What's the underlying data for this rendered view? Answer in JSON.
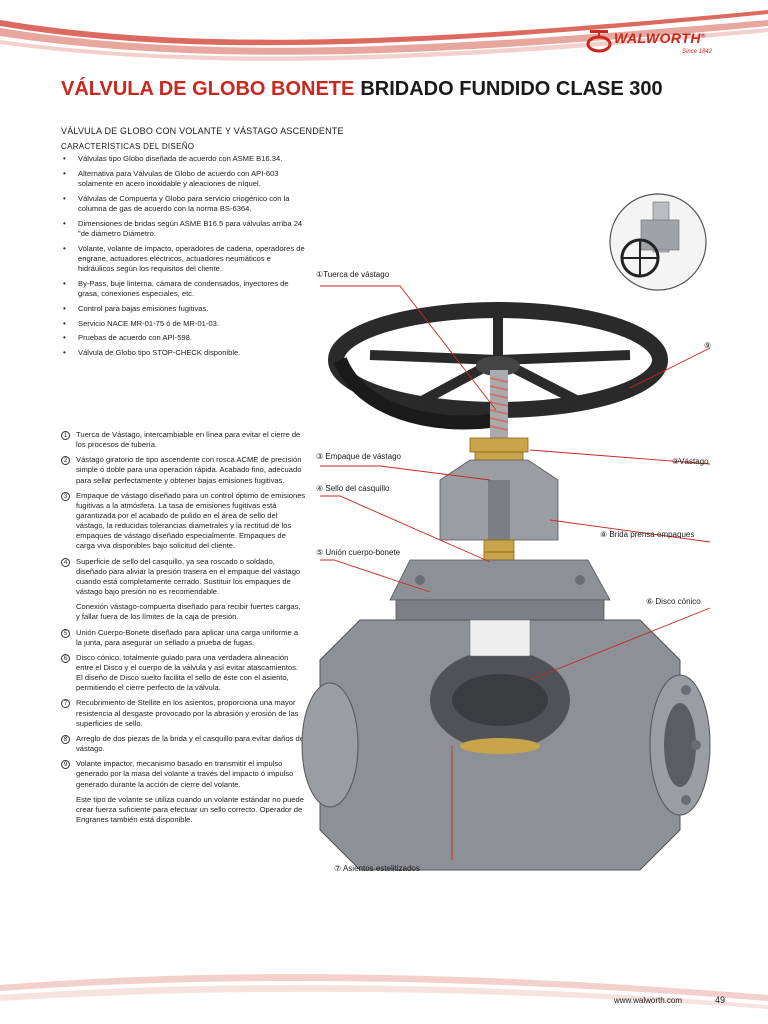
{
  "brand": {
    "name": "WALWORTH",
    "registered": "®",
    "since": "Since 1842"
  },
  "title": {
    "red": "VÁLVULA DE GLOBO BONETE",
    "dark": "BRIDADO FUNDIDO CLASE 300"
  },
  "subtitle": "VÁLVULA DE GLOBO CON VOLANTE Y VÁSTAGO ASCENDENTE",
  "section_heading": "CARACTERÍSTICAS DEL DISEÑO",
  "features": [
    "Válvulas tipo Globo diseñada de acuerdo con ASME B16.34.",
    "Alternativa para Válvulas de Globo de acuerdo con API-603 solamente en acero inoxidable y aleaciones de níquel.",
    "Válvulas de Compuerta y Globo para servicio criogénico con la columna de gas de acuerdo con la norma BS-6364.",
    "Dimensiones de bridas según ASME B16.5 para válvulas arriba 24 \"de diámetro Diámetro.",
    "Volante, volante de impacto, operadores de cadena, operadores de engrane, actuadores eléctricos, actuadores neumáticos e hidráulicos según los requisitos del cliente.",
    "By-Pass, buje linterna, cámara de condensados, inyectores de grasa, conexiones especiales, etc.",
    "Control para bajas emisiones fugitivas.",
    "Servicio NACE MR-01-75 ó de MR-01-03.",
    "Pruebas de acuerdo con API-598.",
    "Válvula de Globo tipo STOP-CHECK disponible."
  ],
  "details": [
    {
      "num": "1",
      "text": "Tuerca de Vástago, intercambiable en línea para evitar el cierre de los procesos de tubería."
    },
    {
      "num": "2",
      "text": "Vástago giratorio de tipo ascendente con rosca ACME de precisión simple ó doble para una operación rápida. Acabado fino, adecuado para sellar perfectamente y obtener bajas emisiones fugitivas."
    },
    {
      "num": "3",
      "text": "Empaque de vástago diseñado para un control óptimo de emisiones fugitivas a la atmósfera. La tasa de emisiones fugitivas está garantizada por el acabado de pulido en el área de sello del vástago, la reducidas tolerancias diametrales y la rectitud de los empaques de vástago diseñado especialmente. Empaques de carga viva disponibles bajo solicitud del cliente."
    },
    {
      "num": "4",
      "text": "Superficie de sello del casquillo, ya sea roscado o soldado, diseñado para aliviar la presión trasera en el empaque del vástago cuando está completamente cerrado. Sustituir los empaques de vástago bajo presión no es recomendable."
    },
    {
      "num": "",
      "text": "Conexión vástago-compuerta diseñado para recibir fuertes cargas, y fallar fuera de los límites de la caja de presión."
    },
    {
      "num": "5",
      "text": "Unión Cuerpo-Bonete diseñado para aplicar una carga uniforme a la junta, para asegurar un sellado a prueba de fugas."
    },
    {
      "num": "6",
      "text": "Disco cónico, totalmente guiado para una verdadera alineación entre el Disco y el cuerpo de la válvula y así evitar atascamientos. El diseño de Disco suelto facilita el sello de éste con el asiento, permitiendo el cierre perfecto de la válvula."
    },
    {
      "num": "7",
      "text": "Recubrimiento de Stellite en los asientos, proporciona una mayor resistencia al desgaste provocado por la abrasión y erosión de las superficies de sello."
    },
    {
      "num": "8",
      "text": "Arreglo de dos piezas de la brida y el casquillo para evitar daños de vástago."
    },
    {
      "num": "9",
      "text": "Volante impactor, mecanismo basado en transmitir el impulso generado por la masa del volante a través del impacto ó impulso generado durante la acción de cierre del volante."
    },
    {
      "num": "",
      "text": "Este tipo de volante se utiliza cuando un volante estándar no puede crear fuerza suficiente para efectuar un sello correcto. Operador de Engranes también está disponible."
    }
  ],
  "callouts": {
    "c1": "①Tuerca de vástago",
    "c2": "②Vástago",
    "c3": "③ Empaque de vástago",
    "c4": "④ Sello del casquillo",
    "c5": "⑤ Unión cuerpo-bonete",
    "c6": "⑥ Disco cónico",
    "c7": "⑦ Asientos estelitizados",
    "c8": "⑧ Brida prensa empaques",
    "c9": "⑨"
  },
  "footer": {
    "url": "www.walworth.com",
    "page": "49"
  },
  "colors": {
    "brand_red": "#c8281e",
    "metal": "#8d9096",
    "brass": "#c9a44a",
    "handwheel": "#2a2a2a"
  }
}
